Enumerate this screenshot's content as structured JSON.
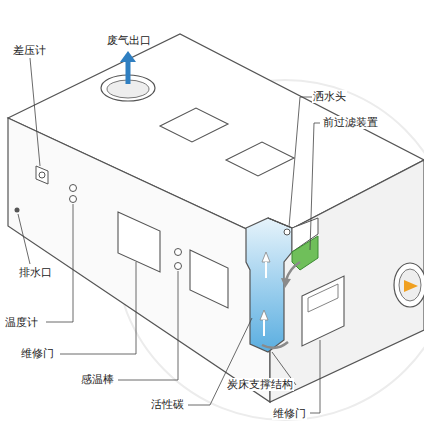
{
  "diagram": {
    "labels": [
      "差压计",
      "废气出口",
      "洒水头",
      "前过滤装置",
      "排水口",
      "温度计",
      "维修门",
      "感温棒",
      "活性碳",
      "炭床支撑结构",
      "维修门"
    ]
  }
}
